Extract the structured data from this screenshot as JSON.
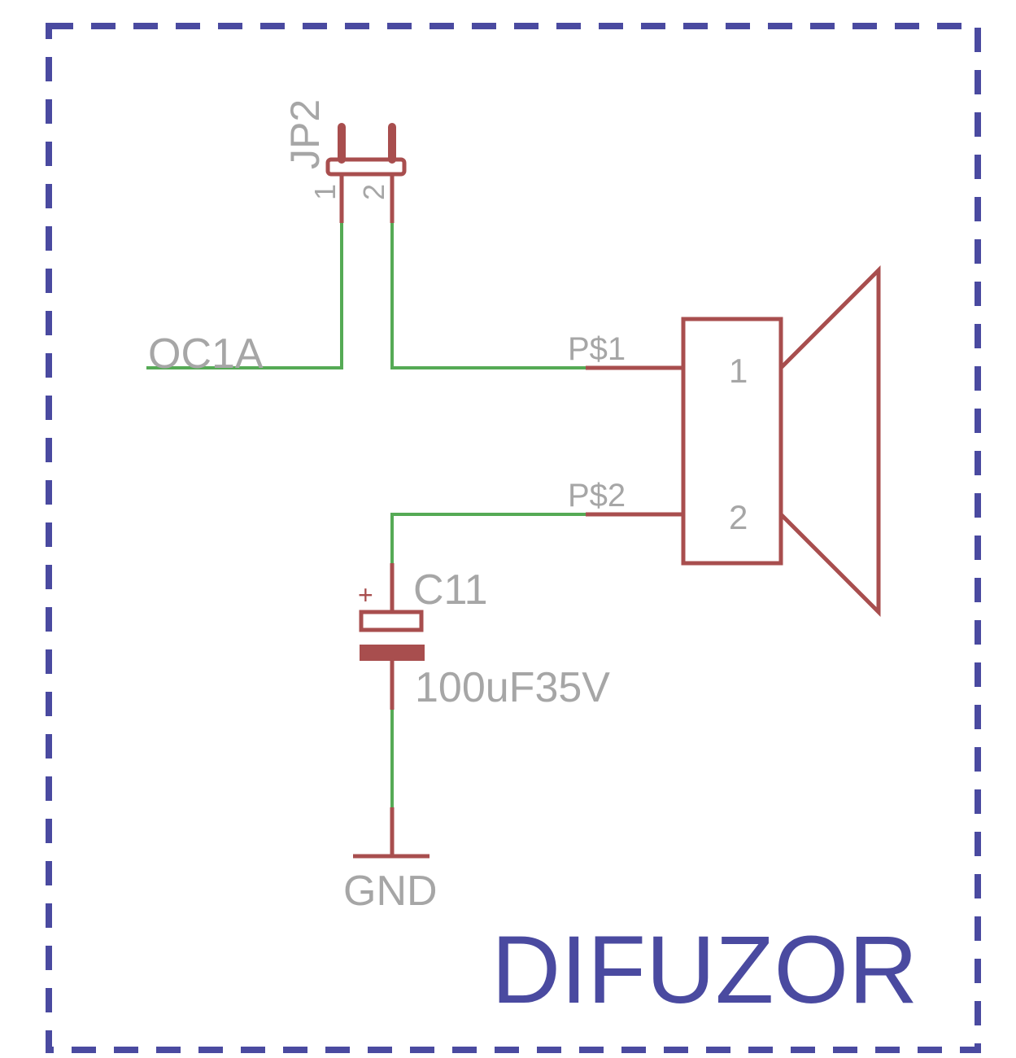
{
  "sheet_title": "DIFUZOR",
  "colors": {
    "frame": "#4a4aa0",
    "wire": "#55aa55",
    "component": "#a84e4e",
    "label": "#a6a6a6"
  },
  "net_labels": {
    "oc1a": "OC1A",
    "gnd": "GND"
  },
  "jumper": {
    "name": "JP2",
    "pin1": "1",
    "pin2": "2"
  },
  "speaker": {
    "pin1_name": "P$1",
    "pin2_name": "P$2",
    "pin1_number": "1",
    "pin2_number": "2"
  },
  "capacitor": {
    "name": "C11",
    "value": "100uF35V",
    "polarity": "+"
  }
}
